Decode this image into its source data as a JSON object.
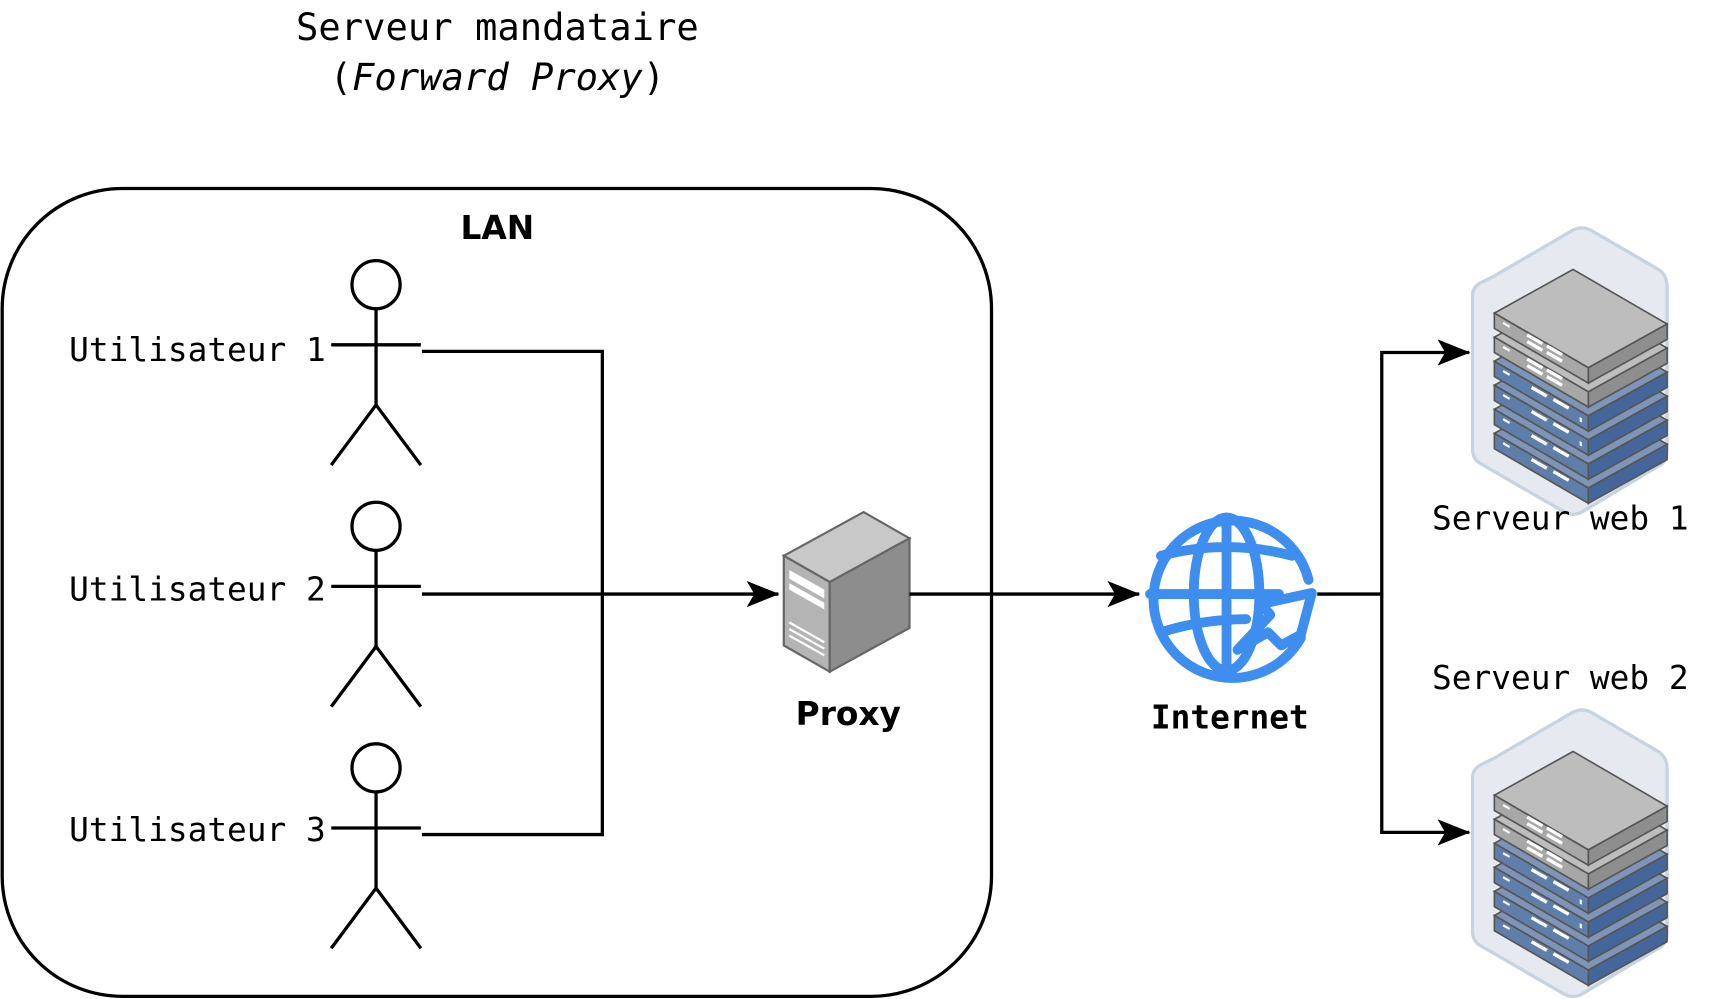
{
  "title": {
    "line1": "Serveur mandataire",
    "line2_open": "(",
    "line2_italic": "Forward Proxy",
    "line2_close": ")"
  },
  "lan": {
    "label": "LAN"
  },
  "users": [
    {
      "label": "Utilisateur 1",
      "icon": "actor-icon"
    },
    {
      "label": "Utilisateur 2",
      "icon": "actor-icon"
    },
    {
      "label": "Utilisateur 3",
      "icon": "actor-icon"
    }
  ],
  "proxy": {
    "label": "Proxy",
    "icon": "server-tower-icon"
  },
  "internet": {
    "label": "Internet",
    "icon": "globe-icon",
    "color": "#3d8eee"
  },
  "web_servers": [
    {
      "label": "Serveur web 1",
      "icon": "server-rack-icon"
    },
    {
      "label": "Serveur web 2",
      "icon": "server-rack-icon"
    }
  ],
  "colors": {
    "rack_gray": "#b9b9b9",
    "rack_blue": "#5a7aa6",
    "rack_backdrop": "#e6eaf0",
    "globe": "#3d8eee"
  }
}
